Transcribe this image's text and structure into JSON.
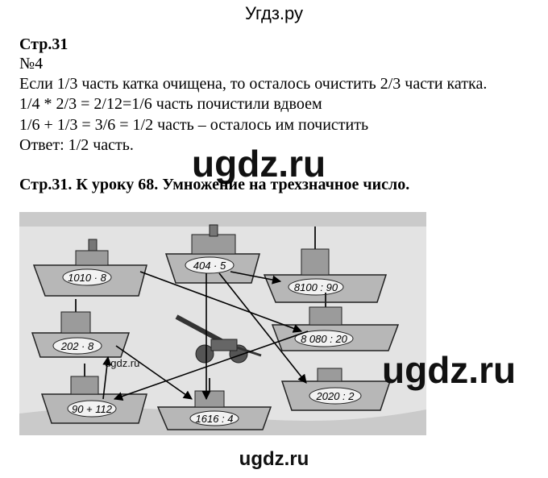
{
  "site": {
    "title": "Угдз.ру"
  },
  "task1": {
    "page_ref": "Стр.31",
    "number": "№4",
    "lines": [
      "Если 1/3 часть катка очищена, то осталось очистить 2/3 части катка.",
      "1/4 * 2/3 = 2/12=1/6 часть почистили вдвоем",
      "1/6 + 1/3 = 3/6 = 1/2 часть – осталось им почистить",
      "Ответ: 1/2 часть."
    ]
  },
  "section2": {
    "title": "Стр.31. К  уроку 68. Умножение на трехзначное число."
  },
  "watermarks": {
    "big1": "ugdz.ru",
    "big2": "ugdz.ru",
    "small": "ugdz.ru",
    "bottom": "ugdz.ru"
  },
  "ships": [
    {
      "label": "1010 · 8"
    },
    {
      "label": "404 · 5"
    },
    {
      "label": "8100 : 90"
    },
    {
      "label": "202 · 8"
    },
    {
      "label": "8 080 : 20"
    },
    {
      "label": "2020 : 2"
    },
    {
      "label": "90 + 112"
    },
    {
      "label": "1616 : 4"
    }
  ]
}
